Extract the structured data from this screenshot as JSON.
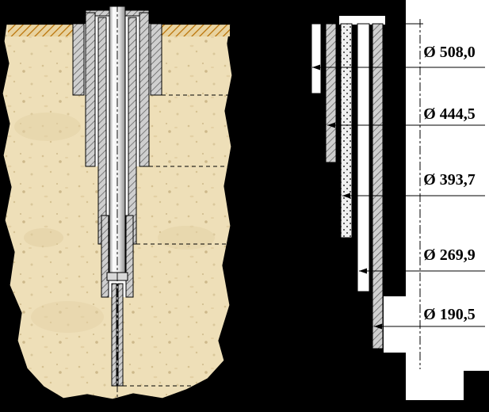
{
  "diagram": {
    "type": "well-casing-scheme",
    "diameters": [
      {
        "label": "Ø 508,0"
      },
      {
        "label": "Ø 444,5"
      },
      {
        "label": "Ø 393,7"
      },
      {
        "label": "Ø 269,9"
      },
      {
        "label": "Ø 190,5"
      }
    ],
    "colors": {
      "background": "#000000",
      "ground": "#eedfb8",
      "ground_speck": "#cdb88a",
      "surface_hatch": "#b86e00",
      "pipe_fill": "#cfcfcf",
      "panel": "#ffffff",
      "ink": "#000000"
    }
  }
}
